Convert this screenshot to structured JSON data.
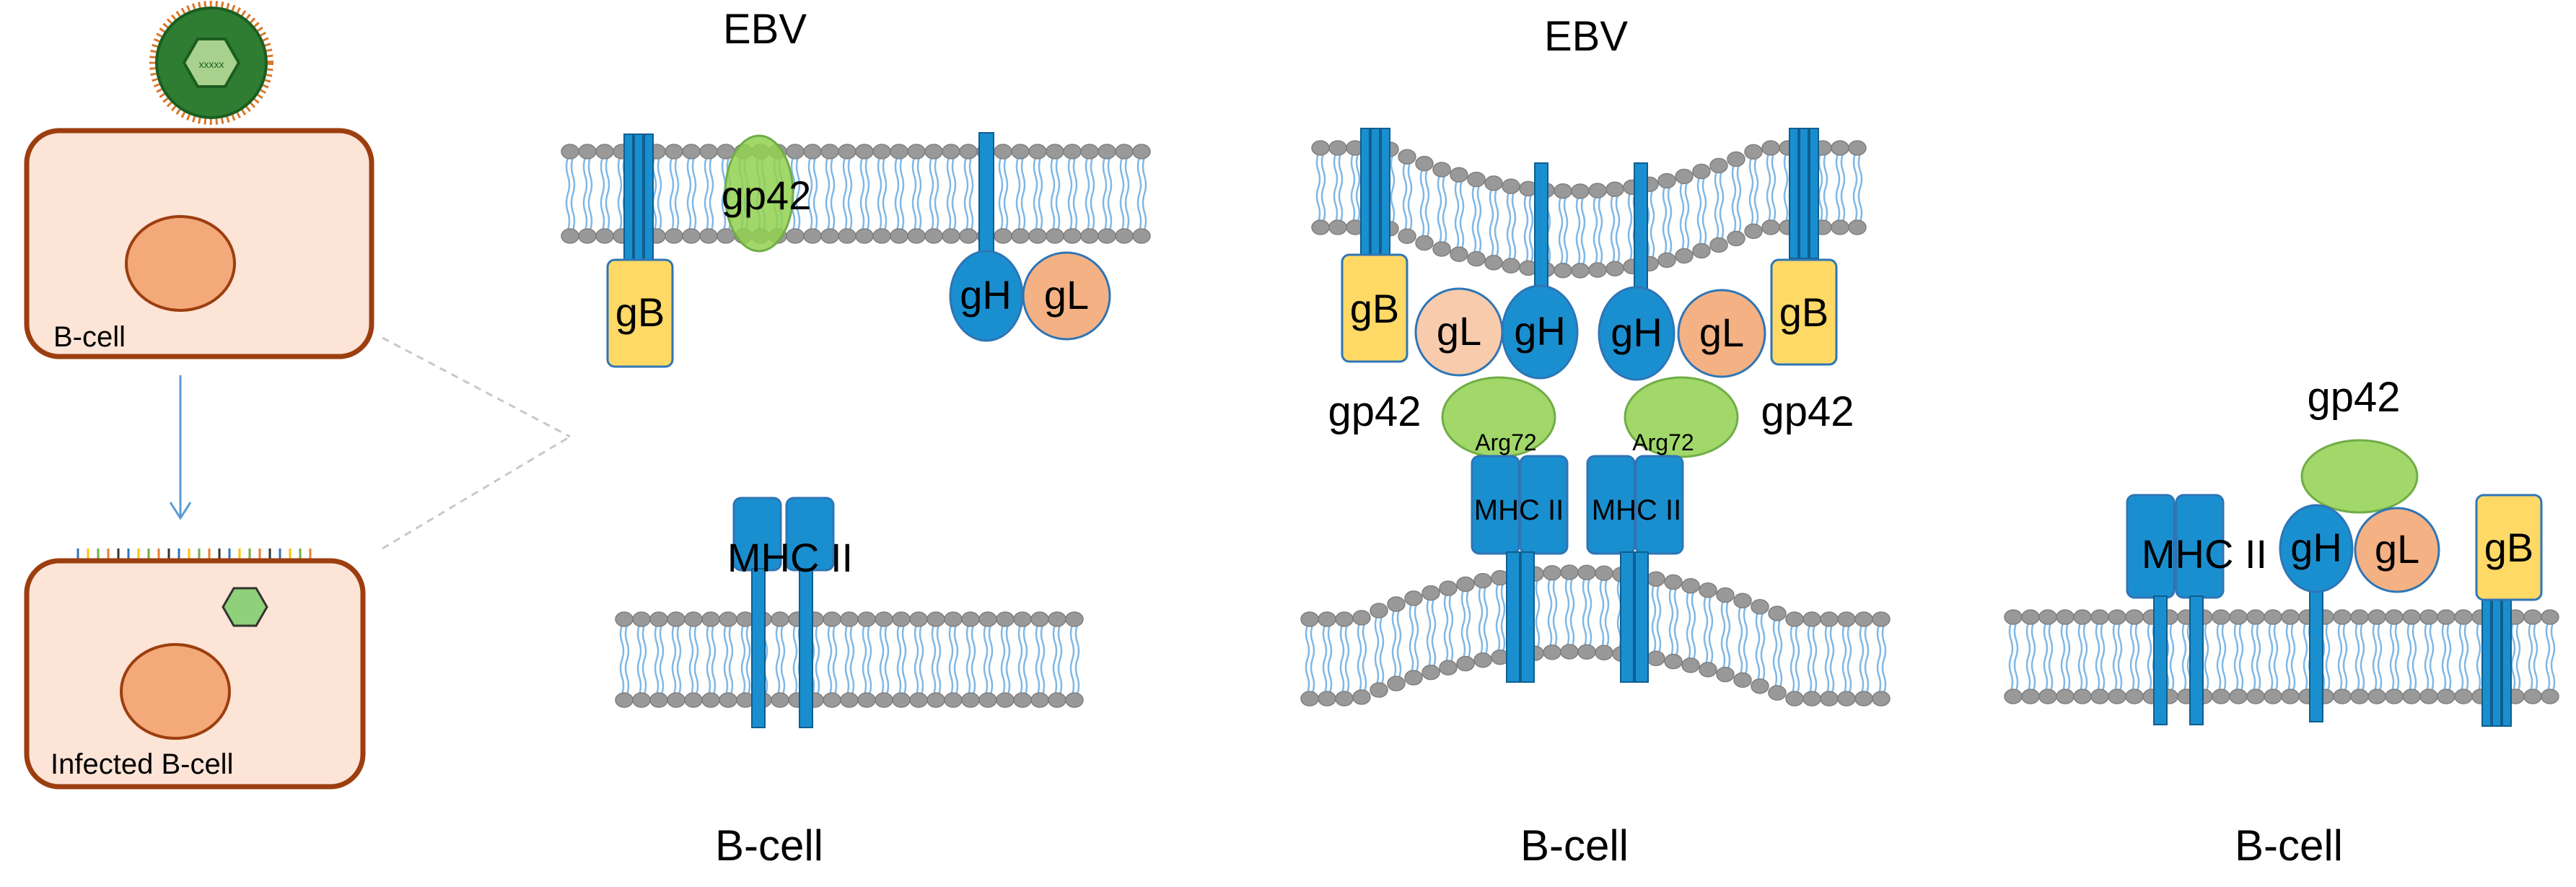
{
  "labels": {
    "ebv_1": "EBV",
    "ebv_2": "EBV",
    "bcell_1": "B-cell",
    "bcell_2": "B-cell",
    "bcell_3": "B-cell",
    "cell_top": "B-cell",
    "cell_bottom": "Infected B-cell"
  },
  "proteins": {
    "gb": "gB",
    "gh": "gH",
    "gl": "gL",
    "gp42": "gp42",
    "mhc": "MHC II",
    "arg": "Arg72"
  },
  "colors": {
    "gb": "#FFD966",
    "gh": "#1A8FD0",
    "gl_orange": "#F4B183",
    "gl_pale": "#F8CBAD",
    "gp42": "#92D050",
    "mhc": "#1A8FD0",
    "cell_fill": "#FCE4D6",
    "cell_border": "#9C3E0F",
    "nucleus": "#F4A97A",
    "lipid_head": "#999999",
    "lipid_tail": "#7FB8E6",
    "virus": "#2E7D32"
  }
}
